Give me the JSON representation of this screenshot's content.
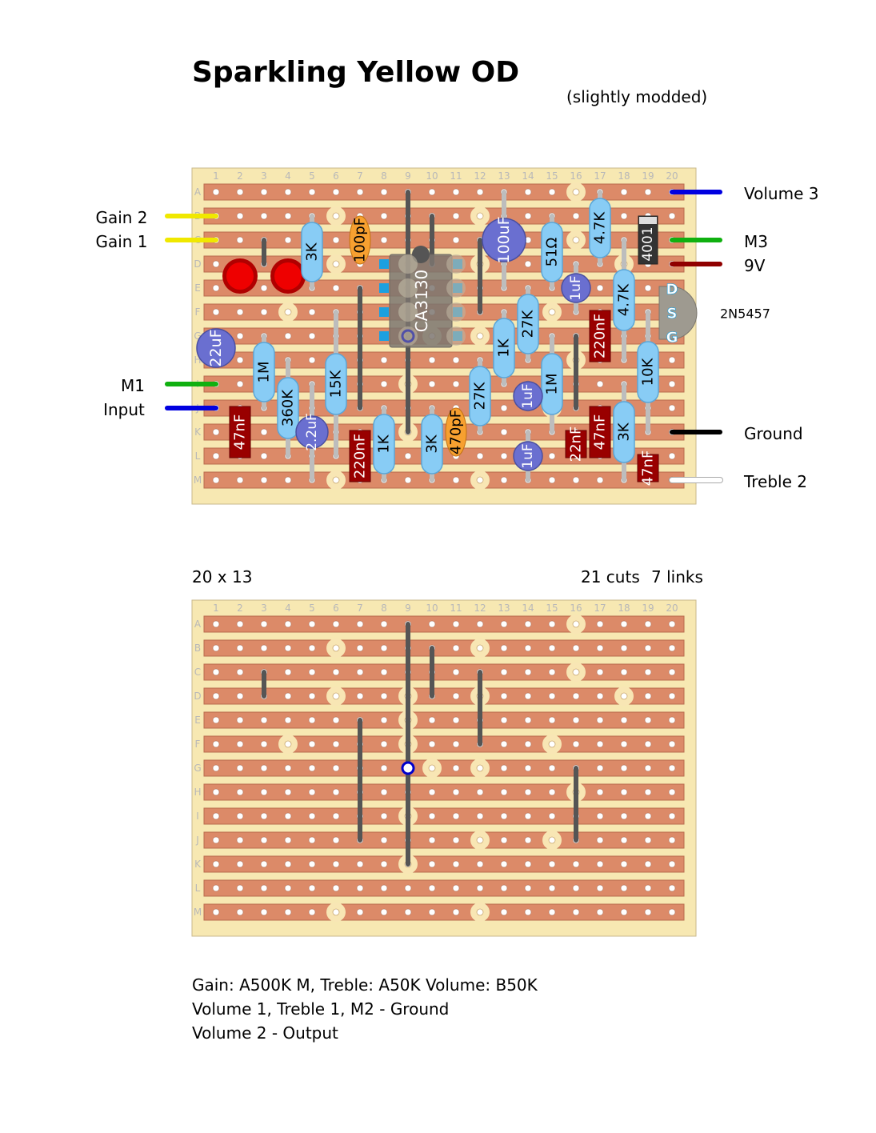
{
  "title": "Sparkling Yellow OD",
  "subtitle": "(slightly modded)",
  "board": {
    "columns": [
      "1",
      "2",
      "3",
      "4",
      "5",
      "6",
      "7",
      "8",
      "9",
      "10",
      "11",
      "12",
      "13",
      "14",
      "15",
      "16",
      "17",
      "18",
      "19",
      "20"
    ],
    "rows": [
      "A",
      "B",
      "C",
      "D",
      "E",
      "F",
      "G",
      "H",
      "I",
      "J",
      "K",
      "L",
      "M"
    ]
  },
  "wires": {
    "left": [
      {
        "label": "Gain 2",
        "color": "#f0e800"
      },
      {
        "label": "Gain 1",
        "color": "#f0e800"
      },
      {
        "label": "M1",
        "color": "#10b010"
      },
      {
        "label": "Input",
        "color": "#0000e0"
      }
    ],
    "right": [
      {
        "label": "Volume 3",
        "color": "#0000e0"
      },
      {
        "label": "M3",
        "color": "#10b010"
      },
      {
        "label": "9V",
        "color": "#900000"
      },
      {
        "label": "Ground",
        "color": "#000000"
      },
      {
        "label": "Treble 2",
        "color": "#ffffff"
      }
    ]
  },
  "components": [
    {
      "type": "resistor",
      "label": "3K"
    },
    {
      "type": "resistor",
      "label": "1M"
    },
    {
      "type": "resistor",
      "label": "360K"
    },
    {
      "type": "resistor",
      "label": "15K"
    },
    {
      "type": "resistor",
      "label": "1K"
    },
    {
      "type": "resistor",
      "label": "3K"
    },
    {
      "type": "resistor",
      "label": "27K"
    },
    {
      "type": "resistor",
      "label": "1K"
    },
    {
      "type": "resistor",
      "label": "27K"
    },
    {
      "type": "resistor",
      "label": "1M"
    },
    {
      "type": "resistor",
      "label": "51Ω"
    },
    {
      "type": "resistor",
      "label": "4.7K"
    },
    {
      "type": "resistor",
      "label": "4.7K"
    },
    {
      "type": "resistor",
      "label": "10K"
    },
    {
      "type": "resistor",
      "label": "3K"
    },
    {
      "type": "electrolytic",
      "label": "22uF"
    },
    {
      "type": "electrolytic",
      "label": "2.2uF"
    },
    {
      "type": "electrolytic",
      "label": "100uF"
    },
    {
      "type": "electrolytic",
      "label": "1uF"
    },
    {
      "type": "electrolytic",
      "label": "1uF"
    },
    {
      "type": "electrolytic",
      "label": "1uF"
    },
    {
      "type": "film",
      "label": "47nF"
    },
    {
      "type": "film",
      "label": "220nF"
    },
    {
      "type": "film",
      "label": "220nF"
    },
    {
      "type": "film",
      "label": "22nF"
    },
    {
      "type": "film",
      "label": "47nF"
    },
    {
      "type": "film",
      "label": "47nF"
    },
    {
      "type": "ceramic",
      "label": "100pF"
    },
    {
      "type": "ceramic",
      "label": "470pF"
    }
  ],
  "ic": {
    "label": "CA3130"
  },
  "diode": {
    "label": "4001"
  },
  "transistor": {
    "label": "2N5457",
    "pins": [
      "D",
      "S",
      "G"
    ]
  },
  "stats": {
    "size": "20 x 13",
    "cuts": "21 cuts",
    "links": "7 links"
  },
  "notes": [
    "Gain: A500K    M, Treble: A50K    Volume: B50K",
    "Volume 1, Treble 1, M2 - Ground",
    "Volume 2 - Output"
  ],
  "colors": {
    "board": "#f7e8b2",
    "strip": "#dc8a68",
    "resistor": "#88ccf5",
    "electrolytic": "#6a6fd0",
    "film": "#990000",
    "ceramic": "#f7a030",
    "led": "#ee0000",
    "link": "#555555"
  }
}
